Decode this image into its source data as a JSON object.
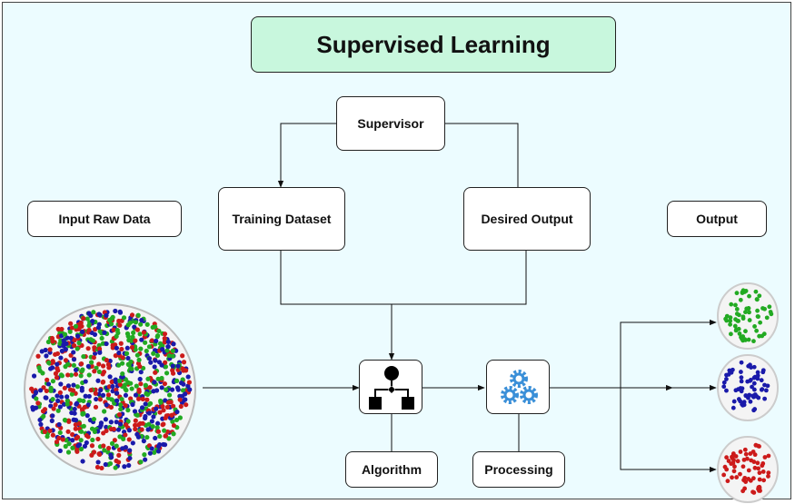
{
  "title": "Supervised Learning",
  "nodes": {
    "supervisor": "Supervisor",
    "training_dataset": "Training Dataset",
    "desired_output": "Desired Output",
    "input_raw_data": "Input Raw Data",
    "output": "Output",
    "algorithm": "Algorithm",
    "processing": "Processing"
  },
  "icons": {
    "algorithm": "flowchart-icon",
    "processing": "gears-icon"
  },
  "colors": {
    "background": "#ecfcff",
    "title_fill": "#c8f7dd",
    "dot_green": "#22aa22",
    "dot_blue": "#1a1aaa",
    "dot_red": "#cc1a1a",
    "gear": "#3a8fd8"
  }
}
